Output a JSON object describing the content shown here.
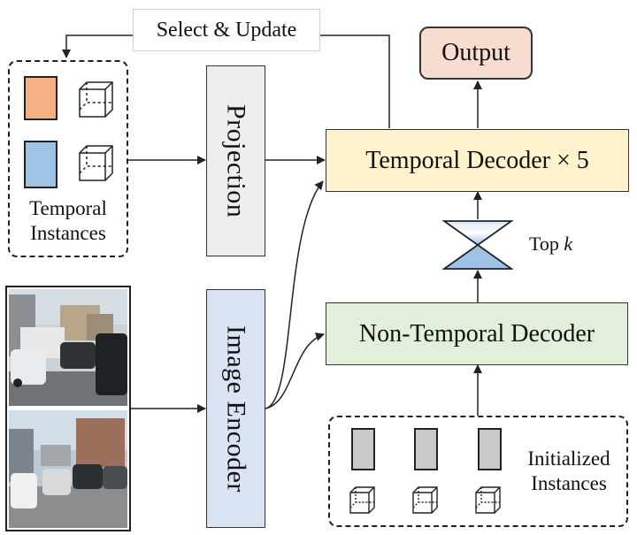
{
  "select_update": {
    "label": "Select & Update"
  },
  "output": {
    "label": "Output"
  },
  "temporal_decoder": {
    "label": "Temporal Decoder × 5"
  },
  "top_k": {
    "label": "Top",
    "var": "k"
  },
  "non_temporal_decoder": {
    "label": "Non-Temporal Decoder"
  },
  "projection": {
    "label": "Projection"
  },
  "image_encoder": {
    "label": "Image Encoder"
  },
  "temporal_instances": {
    "line1": "Temporal",
    "line2": "Instances"
  },
  "initialized_instances": {
    "line1": "Initialized",
    "line2": "Instances"
  },
  "colors": {
    "output_fill": "#f9dcd0",
    "temporal_decoder_fill": "#fff2cc",
    "non_temporal_fill": "#e2efda",
    "projection_fill": "#ededed",
    "image_encoder_fill": "#dae3f3",
    "orange_instance": "#f4b183",
    "blue_instance": "#9dc3e6",
    "gray_instance": "#c9c9c9",
    "hourglass_fill": "#bdd7ee"
  }
}
